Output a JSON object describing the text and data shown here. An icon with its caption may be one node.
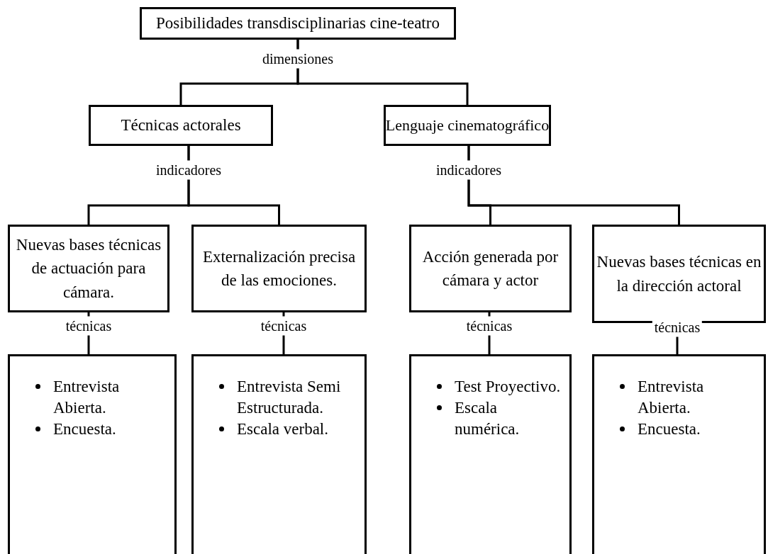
{
  "diagram": {
    "nodes": [
      {
        "text": [
          "Posibilidades transdisciplinarias cine-teatro"
        ]
      },
      {
        "text": [
          "Técnicas actorales"
        ]
      },
      {
        "text": [
          "Lenguaje cinematográfico"
        ]
      },
      {
        "text": [
          "Nuevas bases técnicas de actuación para cámara."
        ]
      },
      {
        "text": [
          "Externalización precisa de las emociones."
        ]
      },
      {
        "text": [
          "Acción generada por cámara y actor"
        ]
      },
      {
        "text": [
          "Nuevas bases técnicas en la dirección actoral"
        ]
      },
      {
        "text": [
          "Entrevista Abierta.",
          "Encuesta."
        ]
      },
      {
        "text": [
          "Entrevista Semi Estructurada.",
          "Escala verbal."
        ]
      },
      {
        "text": [
          "Test Proyectivo.",
          "Escala numérica."
        ]
      },
      {
        "text": [
          "Entrevista Abierta.",
          "Encuesta."
        ]
      }
    ],
    "edges": [
      {
        "from": 0,
        "to": 1,
        "arrow": "none",
        "label": "dimensiones"
      },
      {
        "from": 0,
        "to": 2,
        "arrow": "none"
      },
      {
        "from": 1,
        "to": 3,
        "arrow": "none",
        "label": "indicadores"
      },
      {
        "from": 1,
        "to": 4,
        "arrow": "none"
      },
      {
        "from": 2,
        "to": 5,
        "arrow": "none",
        "label": "indicadores"
      },
      {
        "from": 2,
        "to": 6,
        "arrow": "none"
      },
      {
        "from": 3,
        "to": 7,
        "arrow": "none",
        "label": "técnicas"
      },
      {
        "from": 4,
        "to": 8,
        "arrow": "none",
        "label": "técnicas"
      },
      {
        "from": 5,
        "to": 9,
        "arrow": "none",
        "label": "técnicas"
      },
      {
        "from": 6,
        "to": 10,
        "arrow": "none",
        "label": "técnicas"
      }
    ]
  }
}
